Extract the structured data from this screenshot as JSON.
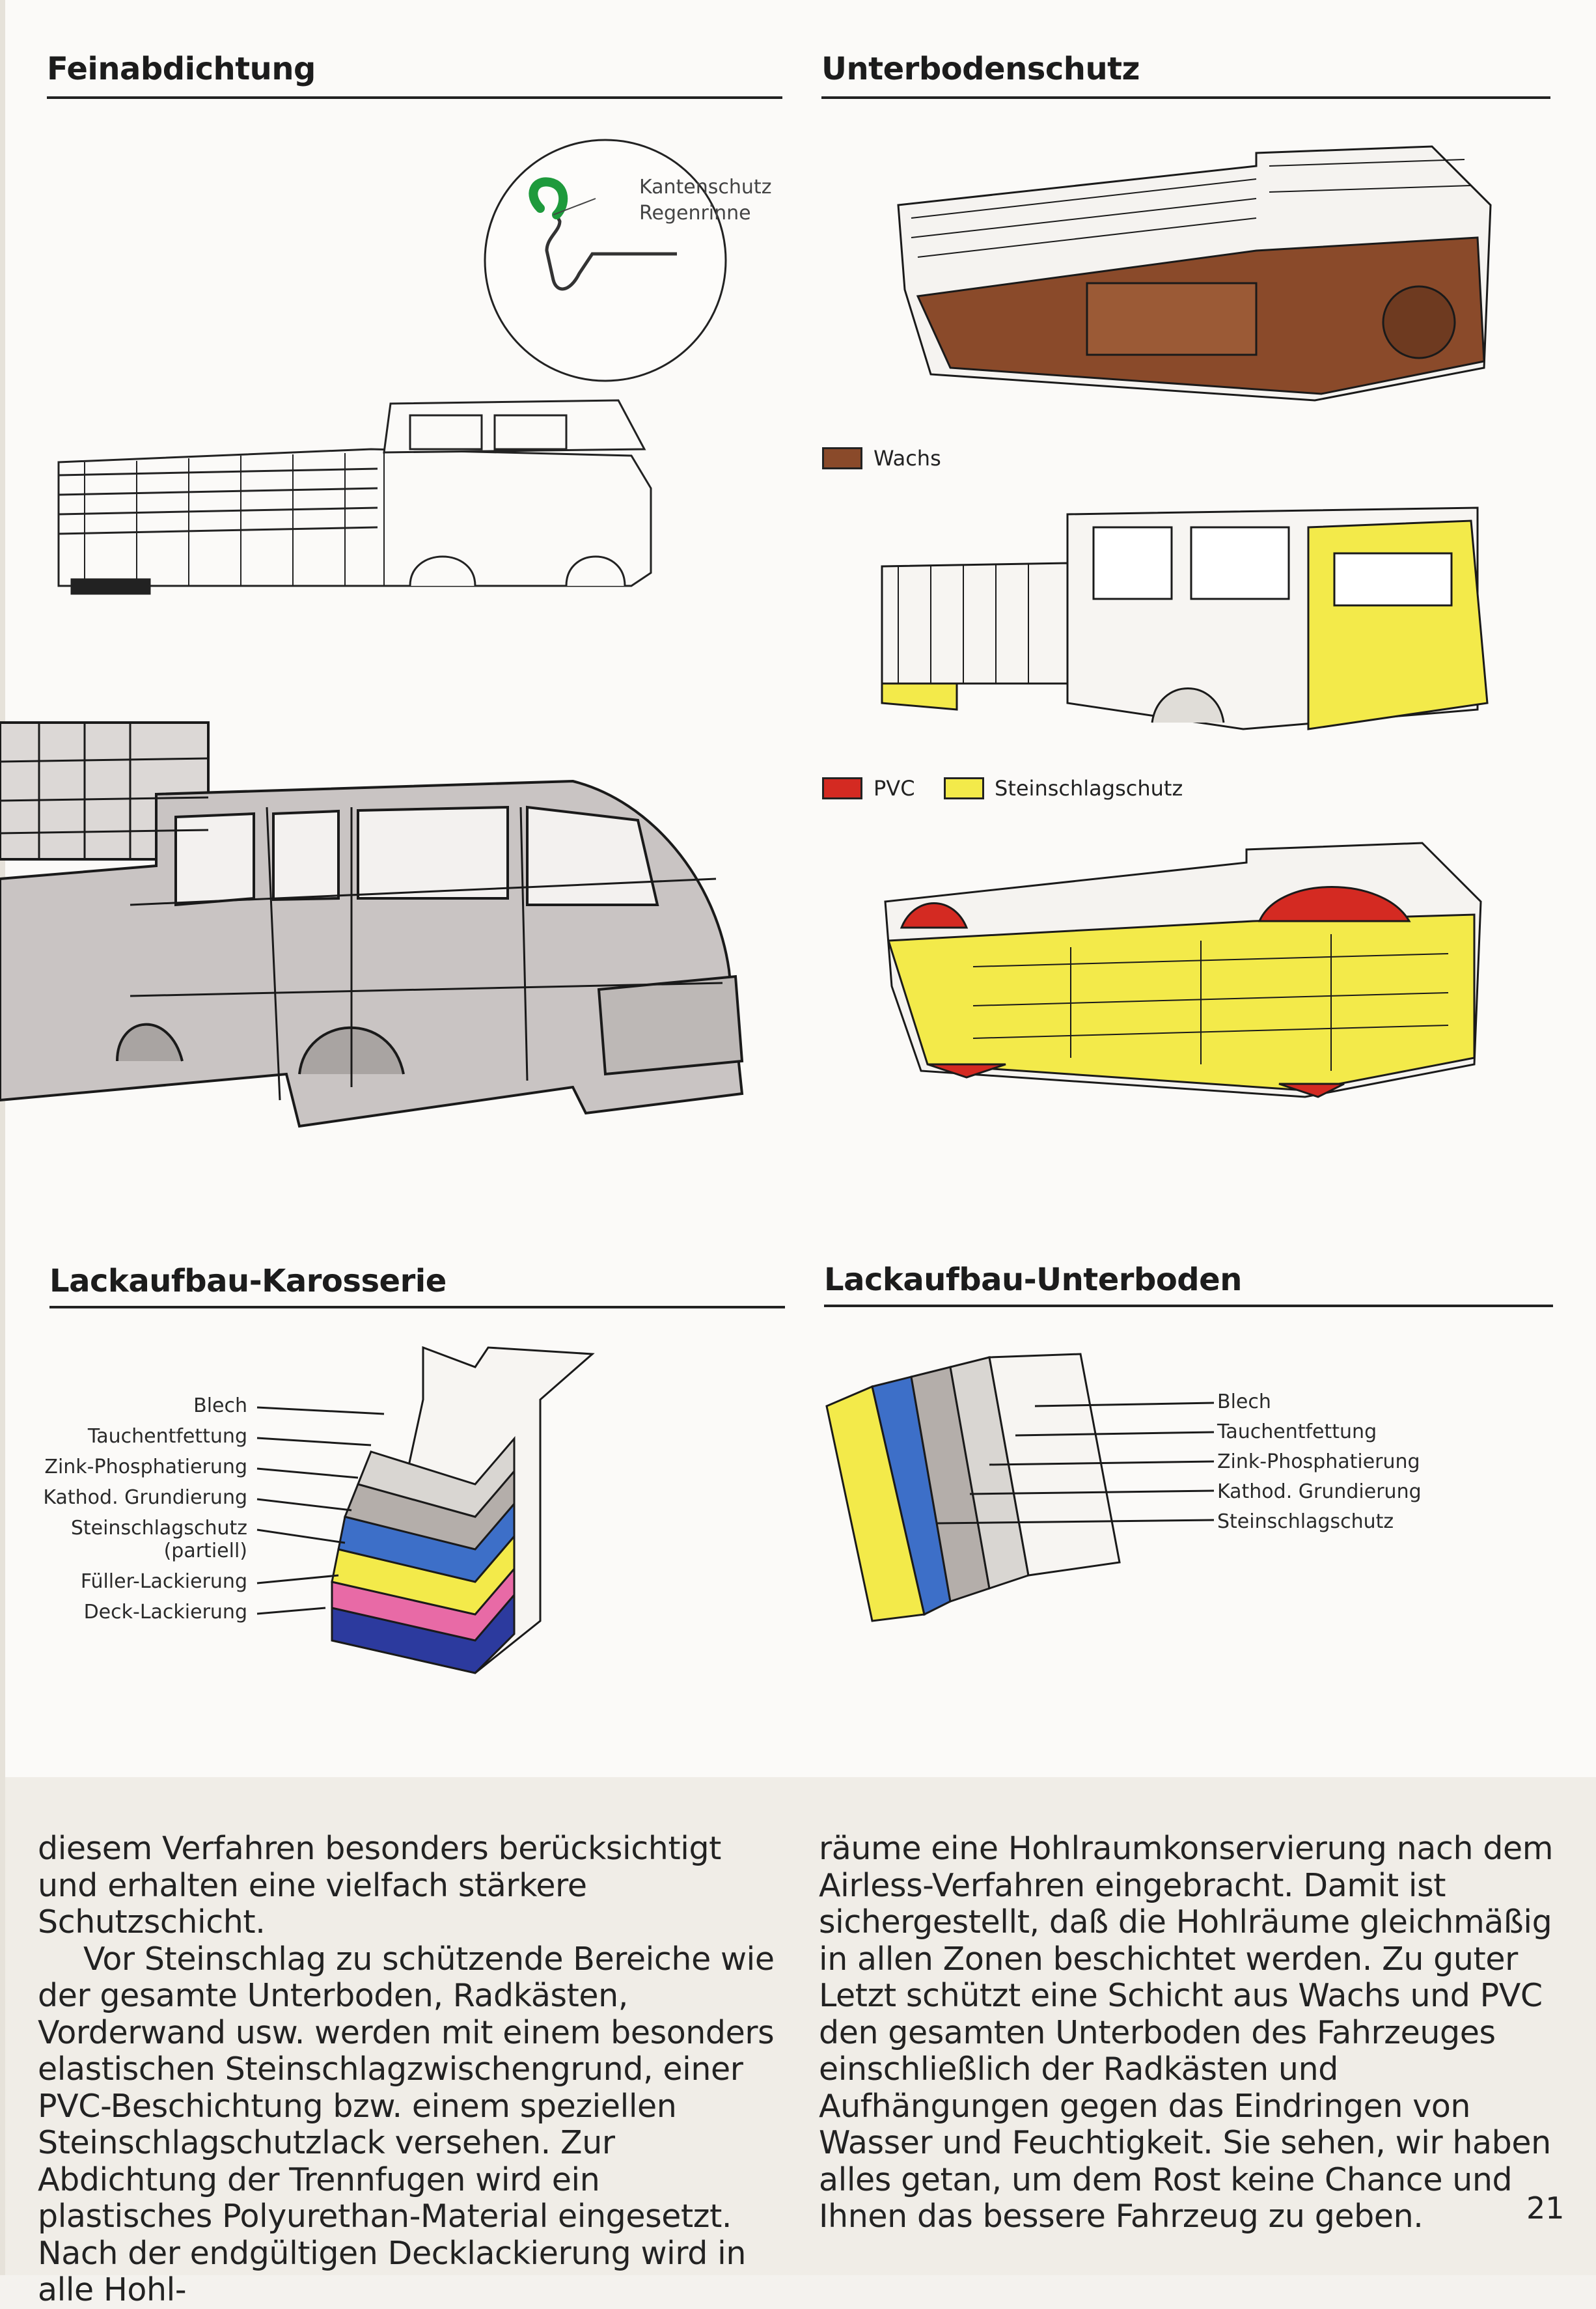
{
  "headings": {
    "feinabdichtung": "Feinabdichtung",
    "unterbodenschutz": "Unterbodenschutz",
    "lackaufbau_karosserie": "Lackaufbau-Karosserie",
    "lackaufbau_unterboden": "Lackaufbau-Unterboden"
  },
  "detail_label": {
    "line1": "Kantenschutz",
    "line2": "Regenrinne"
  },
  "legend": {
    "wachs": "Wachs",
    "pvc": "PVC",
    "steinschlagschutz": "Steinschlagschutz"
  },
  "colors": {
    "wachs": "#8a4a2a",
    "pvc": "#d42a22",
    "steinschlagschutz": "#f3ea4a",
    "blue": "#3d6fc8",
    "pink": "#e86aa6",
    "navy": "#2c3a9e",
    "grey": "#b4aeaa",
    "light_grey": "#d9d6d2"
  },
  "karosserie_layers": [
    "Blech",
    "Tauchentfettung",
    "Zink-Phosphatierung",
    "Kathod. Grundierung",
    "Steinschlagschutz",
    "(partiell)",
    "Füller-Lackierung",
    "Deck-Lackierung"
  ],
  "unterboden_layers": [
    "Blech",
    "Tauchentfettung",
    "Zink-Phosphatierung",
    "Kathod. Grundierung",
    "Steinschlagschutz"
  ],
  "body": {
    "left": [
      "diesem Verfahren besonders berücksichtigt und erhalten eine vielfach stärkere Schutzschicht.",
      "Vor Steinschlag zu schützende Bereiche wie der gesamte Unterboden, Radkästen, Vorderwand usw. werden mit einem besonders elastischen Steinschlagzwischengrund, einer PVC-Beschichtung bzw. einem speziellen Steinschlagschutzlack versehen. Zur Abdichtung der Trennfugen wird ein plastisches Polyurethan-Material eingesetzt. Nach der endgültigen Decklackierung wird in alle Hohl-"
    ],
    "right": [
      "räume eine Hohlraumkonservierung nach dem Airless-Verfahren eingebracht. Damit ist sichergestellt, daß die Hohlräume gleichmäßig in allen Zonen beschichtet werden. Zu guter Letzt schützt eine Schicht aus Wachs und PVC den gesamten Unterboden des Fahrzeuges einschließlich der Radkästen und Aufhängungen gegen das Eindringen von Wasser und Feuchtigkeit. Sie sehen, wir haben alles getan, um dem Rost keine Chance und Ihnen das bessere Fahrzeug zu geben."
    ]
  },
  "page_number": "21"
}
